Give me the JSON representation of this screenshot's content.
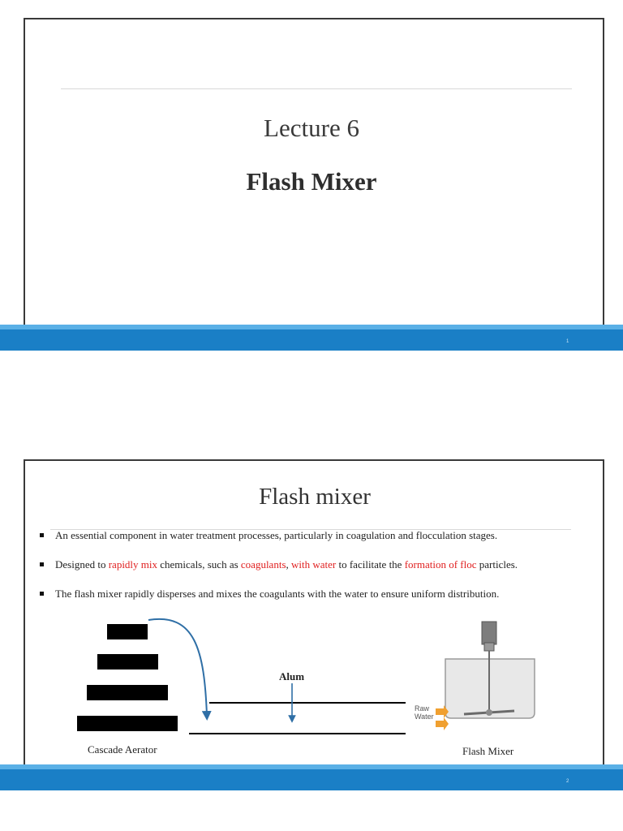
{
  "slide1": {
    "lecture": "Lecture 6",
    "title": "Flash Mixer",
    "page_number": "1"
  },
  "slide2": {
    "title": "Flash mixer",
    "bullet1": "An essential component in water treatment processes, particularly in coagulation and flocculation stages.",
    "bullet2": {
      "p1": "Designed to ",
      "r1": "rapidly mix",
      "p2": " chemicals, such as ",
      "r2": "coagulants",
      "p3": ", ",
      "r3": "with water",
      "p4": " to facilitate the ",
      "r4": "formation of floc",
      "p5": " particles."
    },
    "bullet3": "The flash mixer rapidly disperses and mixes the coagulants with the water to ensure uniform distribution.",
    "diagram": {
      "cascade_label": "Cascade Aerator",
      "alum_label": "Alum",
      "raw_water_line1": "Raw",
      "raw_water_line2": "Water",
      "mixer_label": "Flash Mixer"
    },
    "page_number": "2"
  },
  "colors": {
    "accent_blue": "#1a7fc6",
    "highlight_red": "#e02020",
    "arrow_blue": "#2f6fa6",
    "orange_arrow": "#f0a030"
  }
}
